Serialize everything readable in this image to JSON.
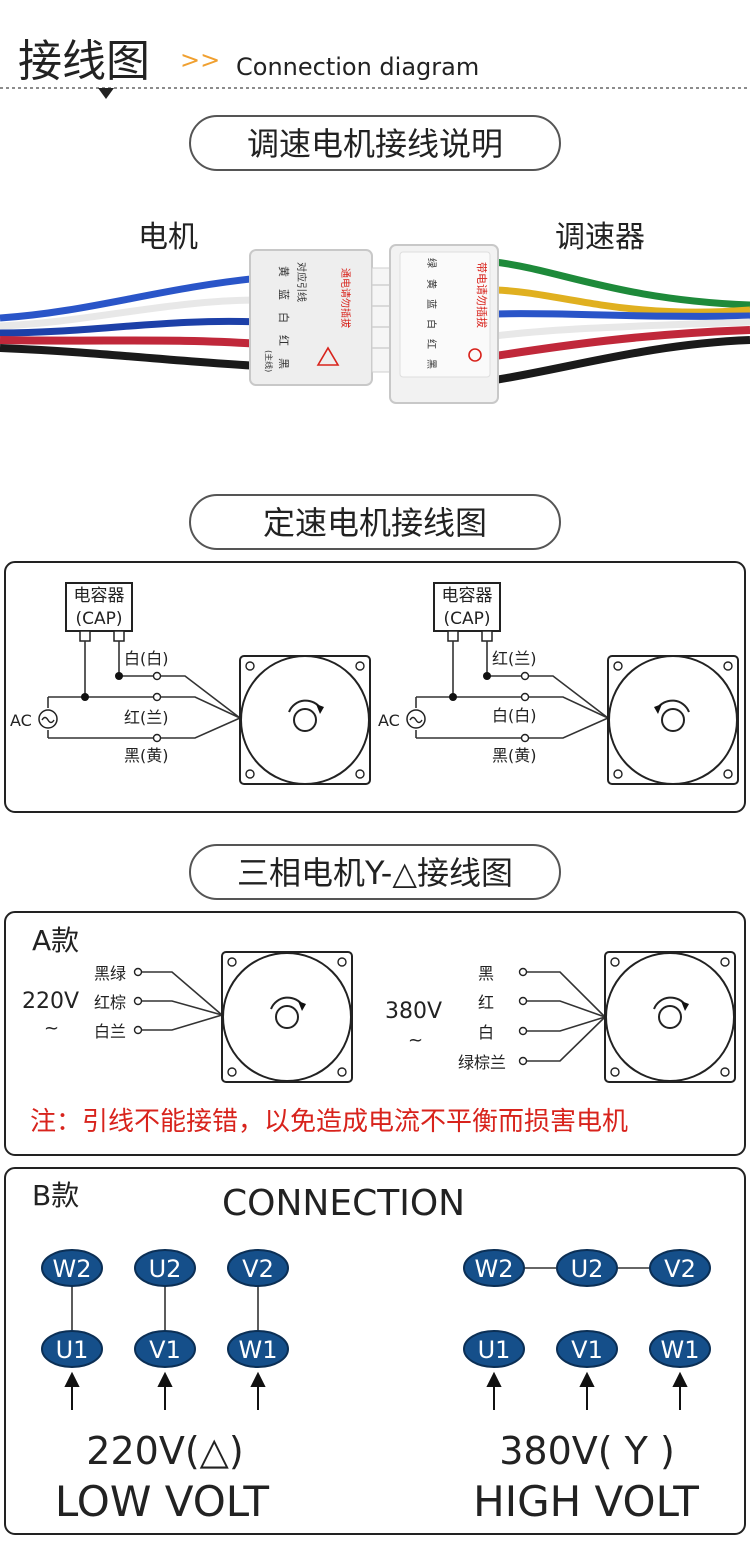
{
  "header": {
    "title_cn": "接线图",
    "arrows": ">>",
    "title_en": "Connection diagram"
  },
  "section1": {
    "title": "调速电机接线说明",
    "label_motor": "电机",
    "label_controller": "调速器",
    "plug_left_labels": [
      "黄",
      "蓝",
      "白",
      "红",
      "黑"
    ],
    "plug_left_sub": "(主线)",
    "plug_left_text": "对应引线",
    "plug_left_warn": "通电请勿插拔",
    "plug_right_labels": [
      "绿",
      "黄",
      "蓝",
      "白",
      "红",
      "黑"
    ],
    "plug_right_warn": "带电请勿插拔"
  },
  "section2": {
    "title": "定速电机接线图",
    "left": {
      "cap_cn": "电容器",
      "cap_en": "(CAP)",
      "ac": "AC",
      "wires": [
        "白(白)",
        "红(兰)",
        "黑(黄)"
      ]
    },
    "right": {
      "cap_cn": "电容器",
      "cap_en": "(CAP)",
      "ac": "AC",
      "wires": [
        "红(兰)",
        "白(白)",
        "黑(黄)"
      ]
    }
  },
  "section3": {
    "title": "三相电机Y-△接线图",
    "variant": "A款",
    "left": {
      "voltage": "220V",
      "tilde": "~",
      "wires": [
        "黑绿",
        "红棕",
        "白兰"
      ]
    },
    "right": {
      "voltage": "380V",
      "tilde": "~",
      "wires": [
        "黑",
        "红",
        "白",
        "绿棕兰"
      ]
    },
    "note": "注：引线不能接错，以免造成电流不平衡而损害电机"
  },
  "section4": {
    "variant": "B款",
    "title": "CONNECTION",
    "left": {
      "top": [
        "W2",
        "U2",
        "V2"
      ],
      "bottom": [
        "U1",
        "V1",
        "W1"
      ],
      "voltage": "220V(△)",
      "mode": "LOW VOLT"
    },
    "right": {
      "top": [
        "W2",
        "U2",
        "V2"
      ],
      "bottom": [
        "U1",
        "V1",
        "W1"
      ],
      "voltage": "380V( Y )",
      "mode": "HIGH VOLT"
    }
  },
  "colors": {
    "node_fill": "#154f8a",
    "accent_orange": "#f0a030",
    "note_red": "#d8231c"
  }
}
